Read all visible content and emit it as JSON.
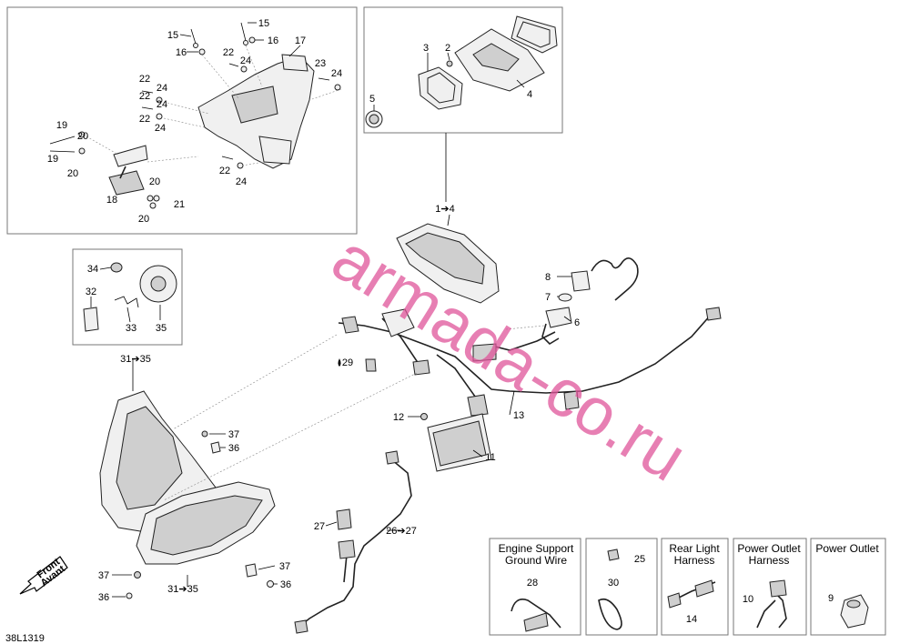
{
  "diagram_code": "38L1319",
  "watermark": "armada-co.ru",
  "direction": {
    "line1": "Front",
    "line2": "Avant"
  },
  "inset_boxes": [
    {
      "id": "engine-support",
      "title_lines": [
        "Engine Support",
        "Ground Wire"
      ],
      "part": "28"
    },
    {
      "id": "fuse",
      "title_lines": [],
      "part": "25",
      "part2": "30"
    },
    {
      "id": "rear-light",
      "title_lines": [
        "Rear Light",
        "Harness"
      ],
      "part": "14"
    },
    {
      "id": "power-outlet-harness",
      "title_lines": [
        "Power Outlet",
        "Harness"
      ],
      "part": "10"
    },
    {
      "id": "power-outlet",
      "title_lines": [
        "Power Outlet"
      ],
      "part": "9"
    }
  ],
  "labels": {
    "l15a": "15",
    "l15b": "15",
    "l16a": "16",
    "l16b": "16",
    "l17": "17",
    "l22a": "22",
    "l24a": "24",
    "l23": "23",
    "l24b": "24",
    "l22b": "22",
    "l24c": "24",
    "l22c": "22",
    "l24d": "24",
    "l22d": "22",
    "l24e": "24",
    "l19a": "19",
    "l20a": "20",
    "l19b": "19",
    "l20b": "20",
    "l18": "18",
    "l20c": "20",
    "l21": "21",
    "l20d": "20",
    "l22e": "22",
    "l24f": "24",
    "l3": "3",
    "l2": "2",
    "l4": "4",
    "l5": "5",
    "l1to4": "1➔4",
    "l34": "34",
    "l32": "32",
    "l33": "33",
    "l35": "35",
    "l31to35a": "31➔35",
    "l8": "8",
    "l7": "7",
    "l6": "6",
    "l29": "29",
    "l13": "13",
    "l12": "12",
    "l11": "11",
    "l37a": "37",
    "l36a": "36",
    "l27": "27",
    "l26to27": "26➔27",
    "l37b": "37",
    "l36b": "36",
    "l31to35b": "31➔35",
    "l37c": "37",
    "l36c": "36"
  }
}
